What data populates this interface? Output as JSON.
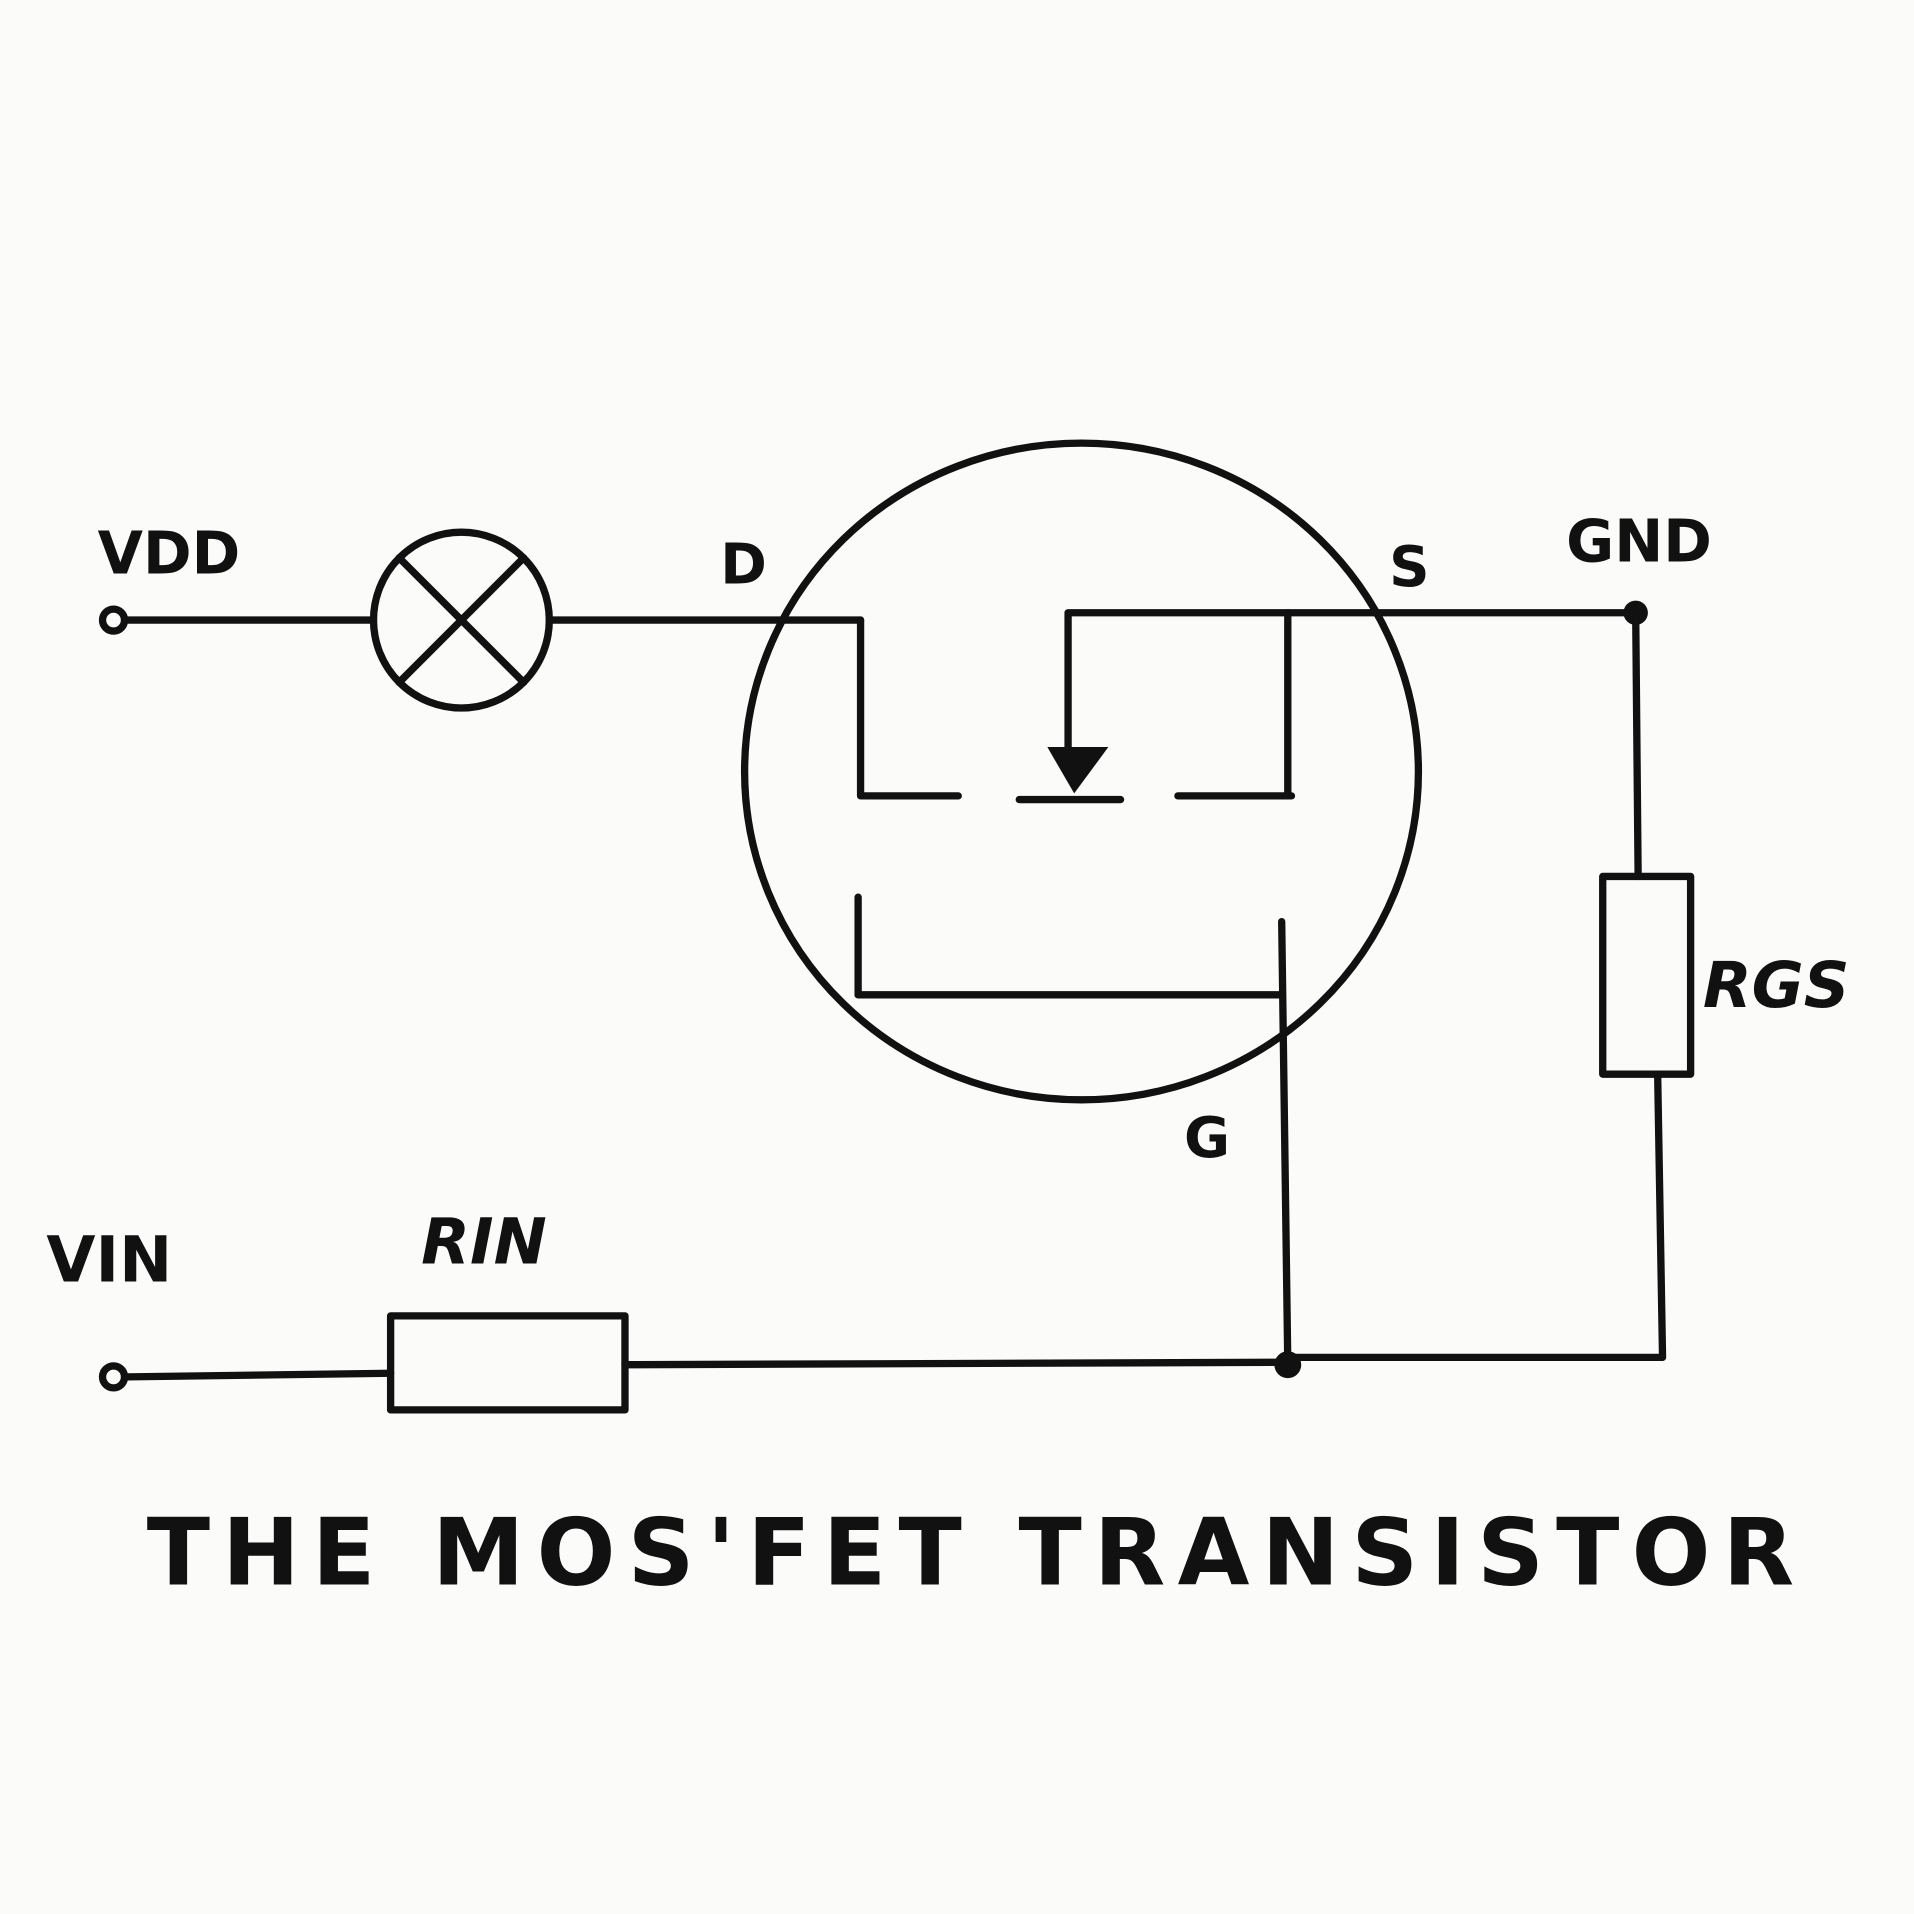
{
  "title": "THE MOS'FET TRANSISTOR",
  "labels": {
    "vdd": "VDD",
    "vin": "VIN",
    "drain": "D",
    "source": "S",
    "gate": "G",
    "gnd": "GND",
    "rin": "RIN",
    "rgs": "RGS"
  },
  "colors": {
    "ink": "#111111",
    "paper": "#fbfbf9"
  }
}
